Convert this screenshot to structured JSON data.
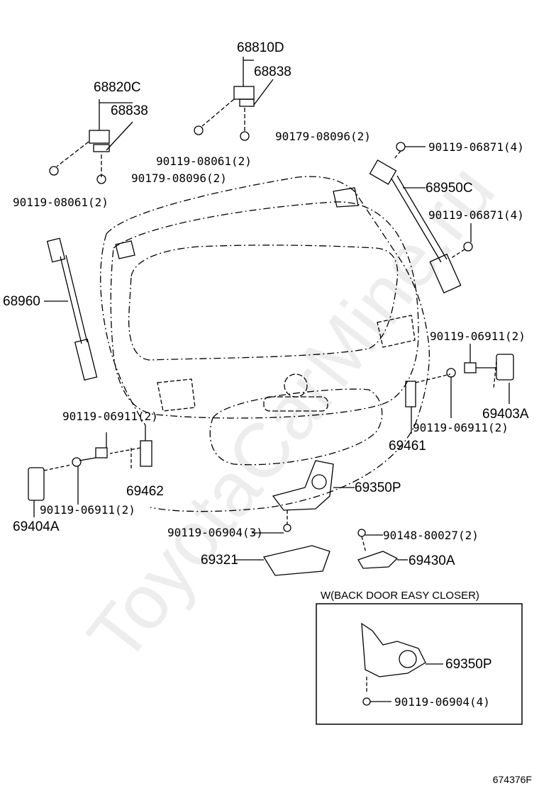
{
  "watermark": "ToyotaCarMine.ru",
  "drawing_number": "674376F",
  "inset": {
    "title": "W(BACK DOOR EASY CLOSER)"
  },
  "colors": {
    "line": "#000000",
    "watermark": "#cccccc",
    "background": "#ffffff"
  },
  "parts": {
    "p68810D": "68810D",
    "p68838_right": "68838",
    "p68820C": "68820C",
    "p68838_left": "68838",
    "p90179_right": "90179-08096(2)",
    "p90179_left": "90179-08096(2)",
    "p90119_08061_mid": "90119-08061(2)",
    "p90119_08061_left": "90119-08061(2)",
    "p90119_06871_top": "90119-06871(4)",
    "p68950C": "68950C",
    "p90119_06871_mid": "90119-06871(4)",
    "p68960": "68960",
    "p90119_06911_r1": "90119-06911(2)",
    "p90119_06911_r2": "90119-06911(2)",
    "p69403A": "69403A",
    "p69461": "69461",
    "p90119_06911_l1": "90119-06911(2)",
    "p90119_06911_l2": "90119-06911(2)",
    "p69462": "69462",
    "p69404A": "69404A",
    "p69350P": "69350P",
    "p90119_06904_3": "90119-06904(3)",
    "p90148": "90148-80027(2)",
    "p69321": "69321",
    "p69430A": "69430A",
    "p69350P_inset": "69350P",
    "p90119_06904_4": "90119-06904(4)"
  }
}
